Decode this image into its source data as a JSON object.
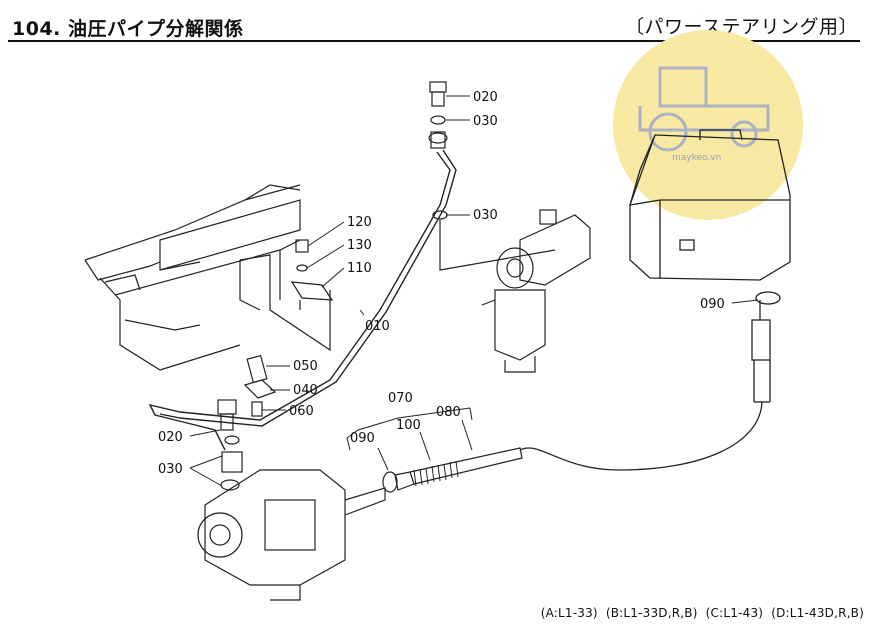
{
  "header": {
    "title": "104. 油圧パイプ分解関係",
    "model_tag": "〔パワーステアリング用〕"
  },
  "callouts": {
    "p020_top": "020",
    "p030_top": "030",
    "p030_mid": "030",
    "p120": "120",
    "p130": "130",
    "p110": "110",
    "p010": "010",
    "p050": "050",
    "p040": "040",
    "p060": "060",
    "p020_bottom": "020",
    "p030_bottom": "030",
    "p070": "070",
    "p100": "100",
    "p080": "080",
    "p090_left": "090",
    "p090_right": "090"
  },
  "footer": {
    "models": [
      "(A:L1-33)",
      "(B:L1-33D,R,B)",
      "(C:L1-43)",
      "(D:L1-43D,R,B)"
    ]
  },
  "watermark": {
    "text": "maykeo.vn",
    "icon": "tractor-icon",
    "color": "#f8e9a2"
  }
}
